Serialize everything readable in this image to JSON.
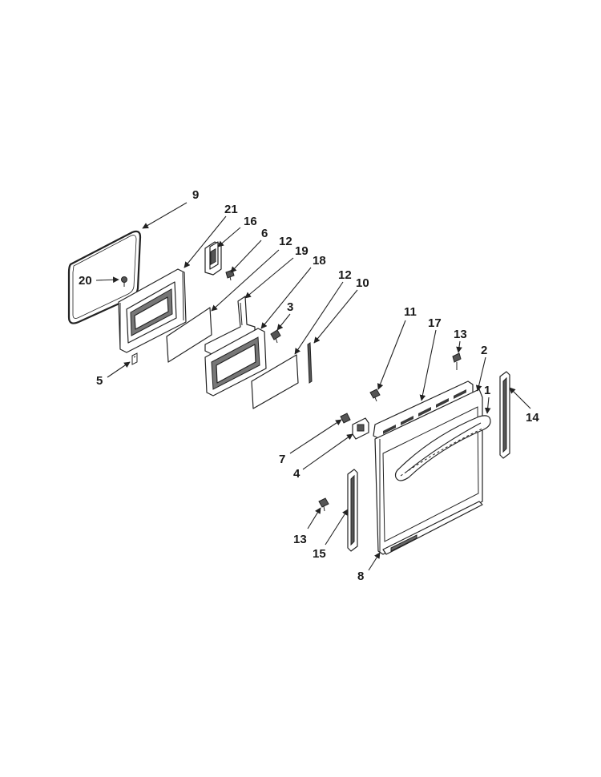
{
  "diagram": {
    "callouts": [
      {
        "id": "c9",
        "text": "9"
      },
      {
        "id": "c21",
        "text": "21"
      },
      {
        "id": "c16",
        "text": "16"
      },
      {
        "id": "c6",
        "text": "6"
      },
      {
        "id": "c12a",
        "text": "12"
      },
      {
        "id": "c19",
        "text": "19"
      },
      {
        "id": "c18",
        "text": "18"
      },
      {
        "id": "c20",
        "text": "20"
      },
      {
        "id": "c3",
        "text": "3"
      },
      {
        "id": "c12b",
        "text": "12"
      },
      {
        "id": "c10",
        "text": "10"
      },
      {
        "id": "c5",
        "text": "5"
      },
      {
        "id": "c11",
        "text": "11"
      },
      {
        "id": "c17",
        "text": "17"
      },
      {
        "id": "c13a",
        "text": "13"
      },
      {
        "id": "c2",
        "text": "2"
      },
      {
        "id": "c1",
        "text": "1"
      },
      {
        "id": "c14",
        "text": "14"
      },
      {
        "id": "c7",
        "text": "7"
      },
      {
        "id": "c4",
        "text": "4"
      },
      {
        "id": "c13b",
        "text": "13"
      },
      {
        "id": "c15",
        "text": "15"
      },
      {
        "id": "c8",
        "text": "8"
      }
    ]
  }
}
